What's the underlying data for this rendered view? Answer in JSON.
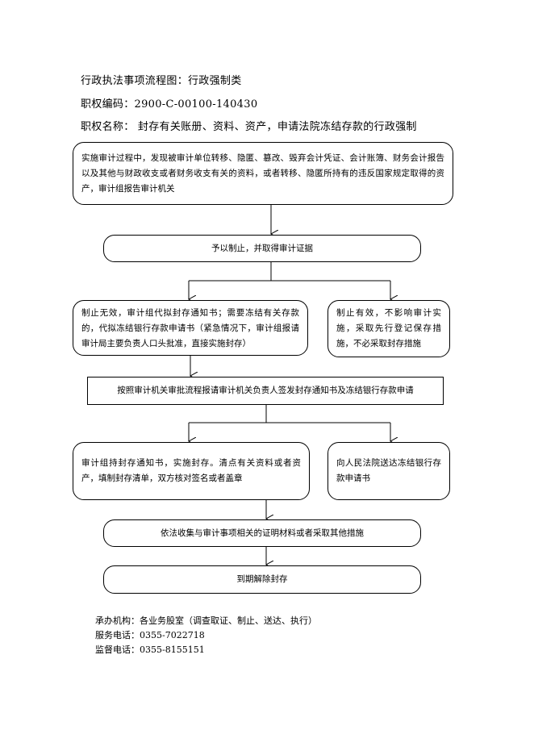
{
  "header": {
    "title": "行政执法事项流程图：行政强制类",
    "code": "职权编码：2900-C-00100-140430",
    "name": "职权名称：  封存有关账册、资料、资产，申请法院冻结存款的行政强制"
  },
  "flow": {
    "step1": "实施审计过程中，发现被审计单位转移、隐匿、篡改、毁弃会计凭证、会计账簿、财务会计报告以及其他与财政收支或者财务收支有关的资料，或者转移、隐匿所持有的违反国家规定取得的资产，审计组报告审计机关",
    "step2": "予以制止，并取得审计证据",
    "step3_left": "制止无效，审计组代拟封存通知书；需要冻结有关存款的，代拟冻结银行存款申请书（紧急情况下，审计组报请审计局主要负责人口头批准，直接实施封存）",
    "step3_right": "制止有效，不影响审计实施，采取先行登记保存措施，不必采取封存措施",
    "step4": "按照审计机关审批流程报请审计机关负责人签发封存通知书及冻结银行存款申请",
    "step5_left": "审计组持封存通知书，实施封存。清点有关资料或者资产，填制封存清单，双方核对签名或者盖章",
    "step5_right": "向人民法院送达冻结银行存款申请书",
    "step6": "依法收集与审计事项相关的证明材料或者采取其他措施",
    "step7": "到期解除封存"
  },
  "footer": {
    "agency": "承办机构：各业务股室（调查取证、制止、送达、执行）",
    "service_phone": "服务电话：0355-7022718",
    "supervise_phone": "监督电话：0355-8155151"
  }
}
